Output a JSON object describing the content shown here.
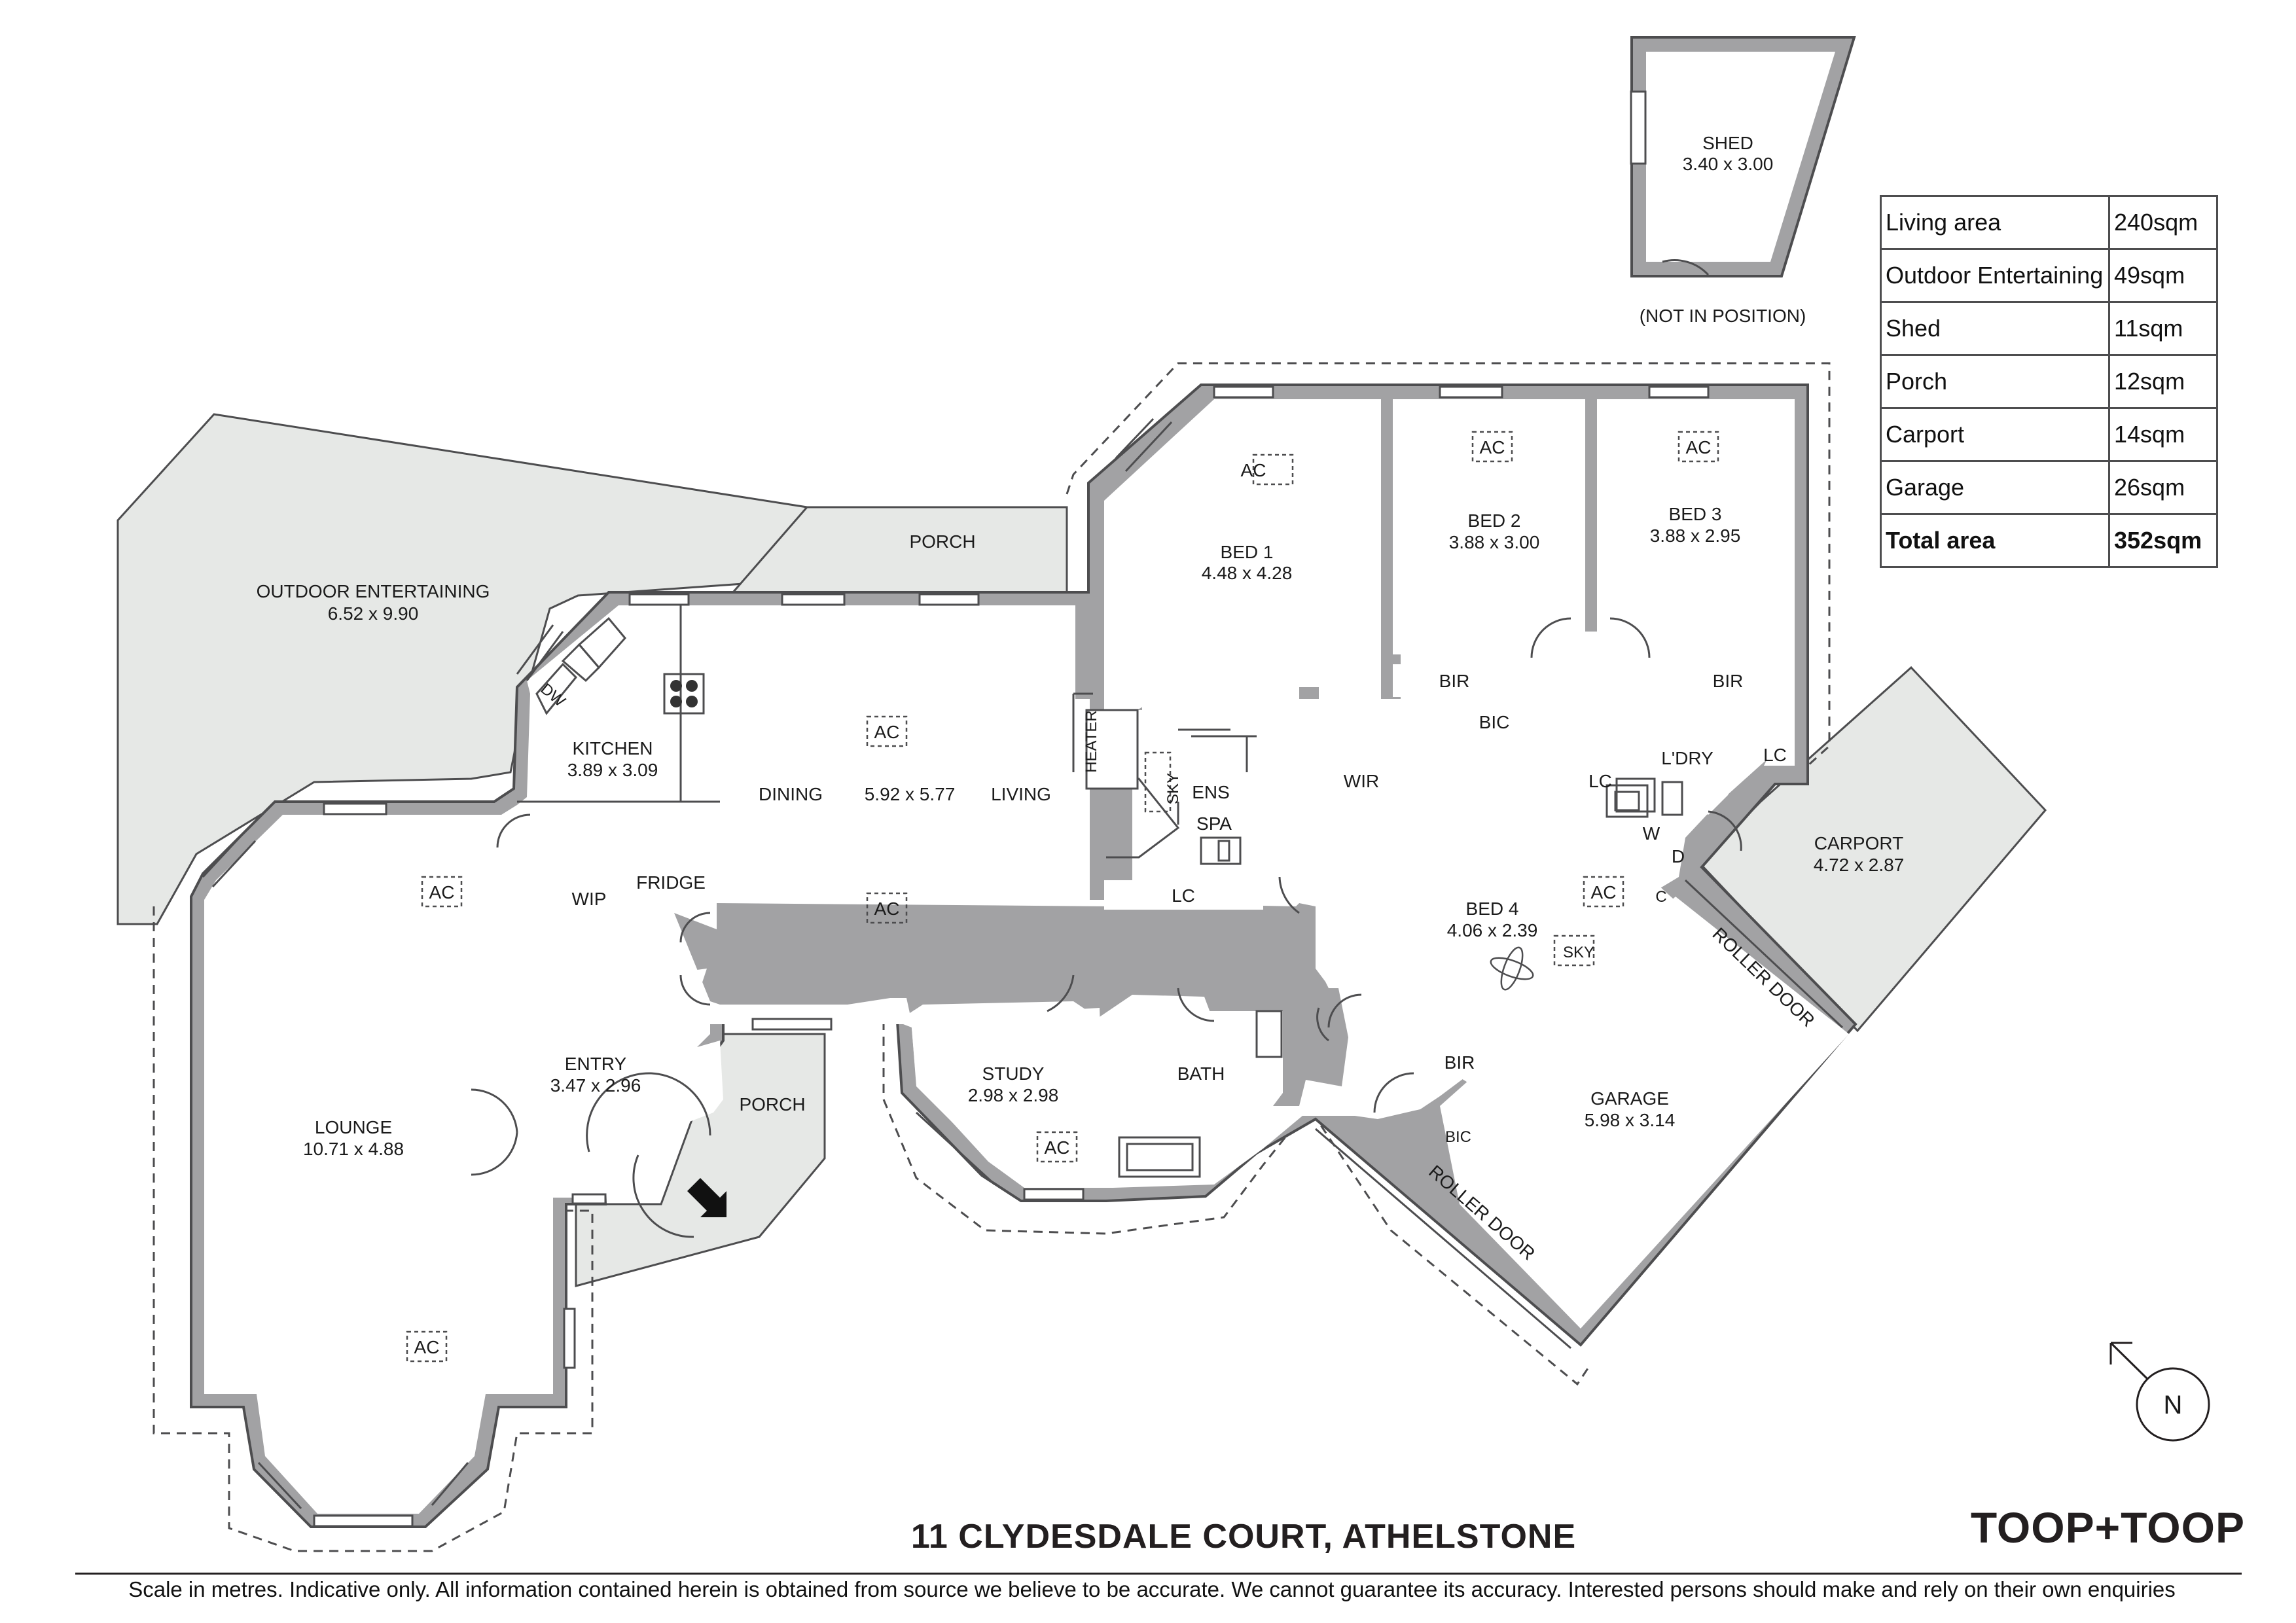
{
  "rooms": [
    {
      "name": "SHED",
      "dims": "3.40 x 3.00"
    },
    {
      "name": "OUTDOOR ENTERTAINING",
      "dims": "6.52 x 9.90"
    },
    {
      "name": "PORCH",
      "dims": ""
    },
    {
      "name": "BED 1",
      "dims": "4.48 x 4.28"
    },
    {
      "name": "BED 2",
      "dims": "3.88 x 3.00"
    },
    {
      "name": "BED 3",
      "dims": "3.88 x 2.95"
    },
    {
      "name": "KITCHEN",
      "dims": "3.89 x 3.09"
    },
    {
      "name": "DINING",
      "dims": ""
    },
    {
      "name": "LIVING",
      "dims": ""
    },
    {
      "name": "L'DRY",
      "dims": ""
    },
    {
      "name": "CARPORT",
      "dims": "4.72 x 2.87"
    },
    {
      "name": "BED 4",
      "dims": "4.06 x 2.39"
    },
    {
      "name": "ENTRY",
      "dims": "3.47 x 2.96"
    },
    {
      "name": "LOUNGE",
      "dims": "10.71 x 4.88"
    },
    {
      "name": "STUDY",
      "dims": "2.98 x 2.98"
    },
    {
      "name": "BATH",
      "dims": ""
    },
    {
      "name": "GARAGE",
      "dims": "5.98 x 3.14"
    },
    {
      "name": "PORCH",
      "dims": ""
    },
    {
      "name": "ENS",
      "dims": ""
    }
  ],
  "combined_dims": "5.92 x 5.77",
  "shed_note": "(NOT IN POSITION)",
  "fixtures": {
    "ac": "AC",
    "bir": "BIR",
    "bic": "BIC",
    "wir": "WIR",
    "lc": "LC",
    "sky": "SKY",
    "spa": "SPA",
    "heater": "HEATER",
    "dw": "DW",
    "wip": "WIP",
    "fridge": "FRIDGE",
    "washer": "W",
    "dryer": "D",
    "cupboard": "C",
    "roller_door": "ROLLER DOOR"
  },
  "compass": {
    "letter": "N",
    "icon": "north-arrow-icon"
  },
  "areas": [
    {
      "label": "Living area",
      "value": "240sqm"
    },
    {
      "label": "Outdoor Entertaining",
      "value": "49sqm"
    },
    {
      "label": "Shed",
      "value": "11sqm"
    },
    {
      "label": "Porch",
      "value": "12sqm"
    },
    {
      "label": "Carport",
      "value": "14sqm"
    },
    {
      "label": "Garage",
      "value": "26sqm"
    },
    {
      "label": "Total area",
      "value": "352sqm"
    }
  ],
  "title": "11 CLYDESDALE COURT, ATHELSTONE",
  "brand": "TOOP+TOOP",
  "disclaimer": "Scale in metres. Indicative only. All information contained herein is obtained from source we believe to be accurate. We cannot guarantee its accuracy. Interested persons should make and rely on their own enquiries",
  "colors": {
    "wall": "#a2a2a4",
    "outline": "#4d4d4f",
    "outdoor": "#e6e8e6",
    "text": "#231f20"
  }
}
